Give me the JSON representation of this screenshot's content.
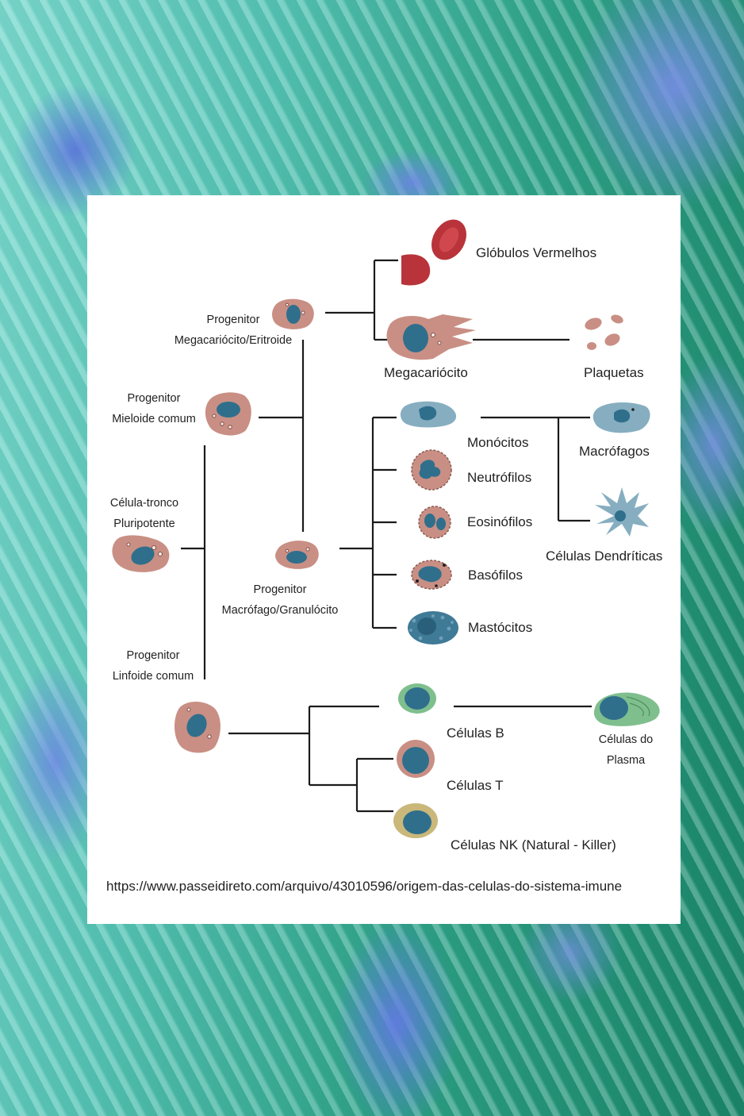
{
  "diagram": {
    "nodes": {
      "hsc": [
        "Célula-tronco",
        "Pluripotente"
      ],
      "cmp": [
        "Progenitor",
        "Mieloide comum"
      ],
      "mep": [
        "Progenitor",
        "Megacariócito/Eritroide"
      ],
      "gmp": [
        "Progenitor",
        "Macrófago/Granulócito"
      ],
      "clp": [
        "Progenitor",
        "Linfoide comum"
      ],
      "rbc": "Glóbulos Vermelhos",
      "megakaryocyte": "Megacariócito",
      "platelets": "Plaquetas",
      "monocytes": "Monócitos",
      "neutrophils": "Neutrófilos",
      "eosinophils": "Eosinófilos",
      "basophils": "Basófilos",
      "mast_cells": "Mastócitos",
      "macrophages": "Macrófagos",
      "dendritic": "Células Dendríticas",
      "b_cells": "Células B",
      "t_cells": "Células T",
      "nk_cells": "Células NK (Natural - Killer)",
      "plasma": [
        "Células do",
        "Plasma"
      ]
    },
    "source": "https://www.passeidireto.com/arquivo/43010596/origem-das-celulas-do-sistema-imune"
  },
  "colors": {
    "cytoplasm": "#c98f84",
    "nucleus": "#2f6f8c",
    "erythrocyte": "#b8343a",
    "monocyte": "#86aec0",
    "b_cell": "#7fbf8e",
    "nk_cell": "#c9b87a"
  }
}
